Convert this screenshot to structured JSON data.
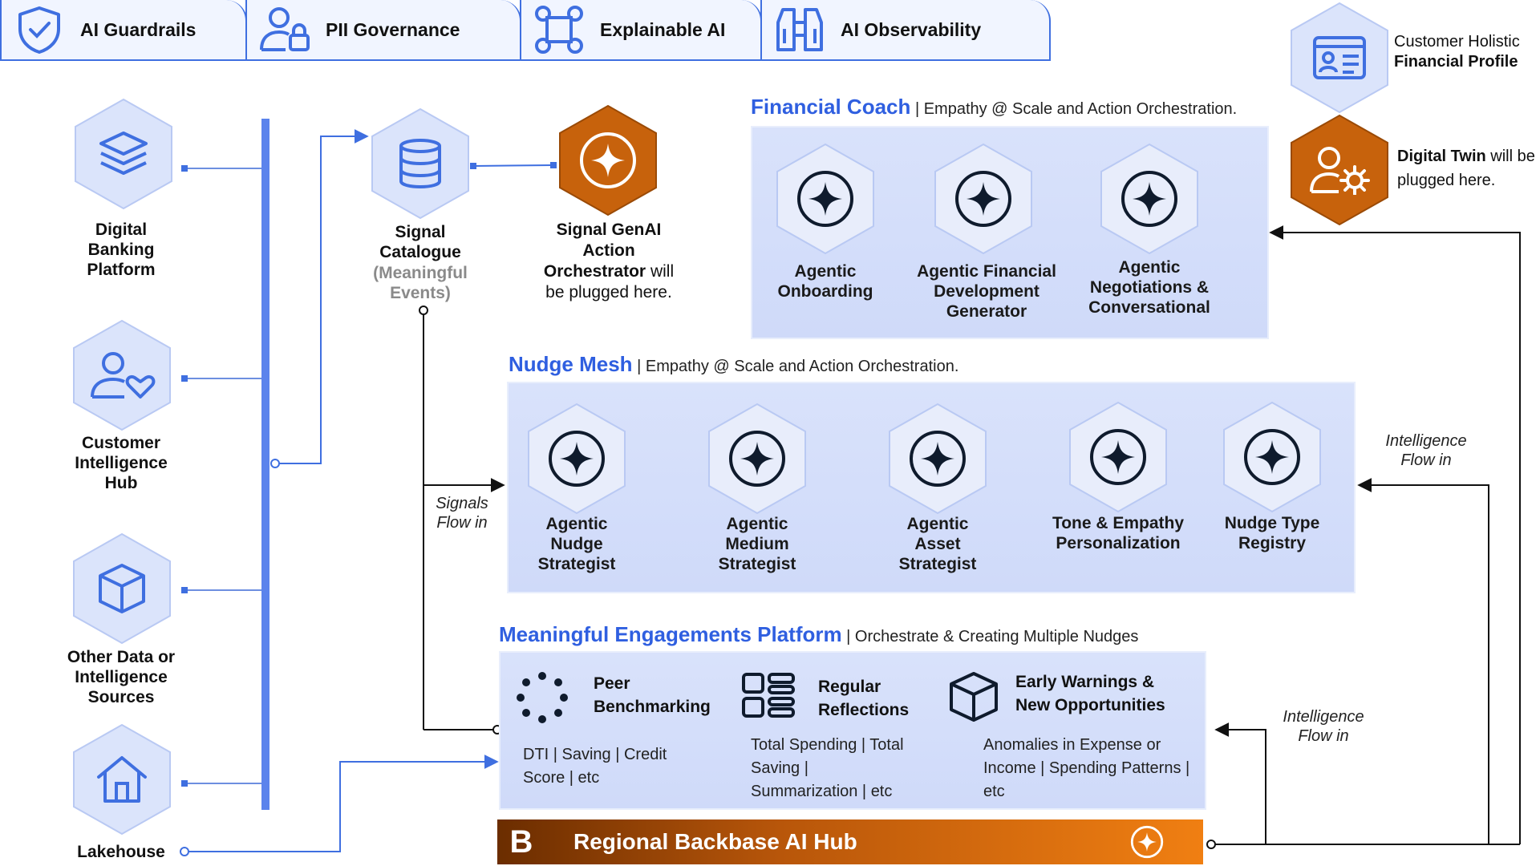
{
  "tabs": [
    {
      "label": "AI Guardrails",
      "icon": "shield-check-icon"
    },
    {
      "label": "PII Governance",
      "icon": "user-lock-icon"
    },
    {
      "label": "Explainable AI",
      "icon": "network-nodes-icon"
    },
    {
      "label": "AI Observability",
      "icon": "binoculars-icon"
    }
  ],
  "sources": [
    {
      "label": "Digital Banking Platform",
      "icon": "layers-icon"
    },
    {
      "label": "Customer Intelligence Hub",
      "icon": "user-heart-icon"
    },
    {
      "label": "Other Data or Intelligence Sources",
      "icon": "cube-icon"
    },
    {
      "label": "Lakehouse",
      "icon": "home-icon"
    }
  ],
  "signal_catalogue": {
    "title": "Signal Catalogue",
    "subtitle": "(Meaningful Events)"
  },
  "genai": {
    "title": "Signal GenAI Action Orchestrator",
    "suffix": " will be plugged here."
  },
  "profile": {
    "line1": "Customer Holistic",
    "line2": "Financial Profile"
  },
  "digital_twin": {
    "title": "Digital Twin",
    "suffix": " will be plugged here."
  },
  "financial_coach": {
    "title": "Financial Coach",
    "subtitle": " | Empathy @ Scale and Action Orchestration.",
    "agents": [
      "Agentic Onboarding",
      "Agentic Financial Development Generator",
      "Agentic Negotiations & Conversational"
    ]
  },
  "nudge_mesh": {
    "title": "Nudge Mesh",
    "subtitle": " | Empathy @ Scale and Action Orchestration.",
    "agents": [
      "Agentic Nudge Strategist",
      "Agentic Medium Strategist",
      "Agentic Asset Strategist",
      "Tone & Empathy Personalization",
      "Nudge Type Registry"
    ]
  },
  "mep": {
    "title": "Meaningful Engagements Platform",
    "subtitle": " | Orchestrate & Creating  Multiple Nudges",
    "items": [
      {
        "title": "Peer Benchmarking",
        "desc": "DTI | Saving | Credit Score | etc"
      },
      {
        "title": "Regular Reflections",
        "desc": "Total Spending | Total Saving | Summarization | etc"
      },
      {
        "title": "Early Warnings & New Opportunities",
        "desc": "Anomalies in Expense or Income | Spending Patterns | etc"
      }
    ]
  },
  "flows": {
    "signals": "Signals Flow in",
    "intel_top": "Intelligence Flow in",
    "intel_bottom": "Intelligence Flow in"
  },
  "hub": {
    "title": "Regional Backbase AI Hub",
    "logo": "B"
  },
  "colors": {
    "accent": "#2f5fe0",
    "hex_fill": "#dbe4fb",
    "orange": "#d2680a",
    "dark": "#0f1b2d"
  }
}
